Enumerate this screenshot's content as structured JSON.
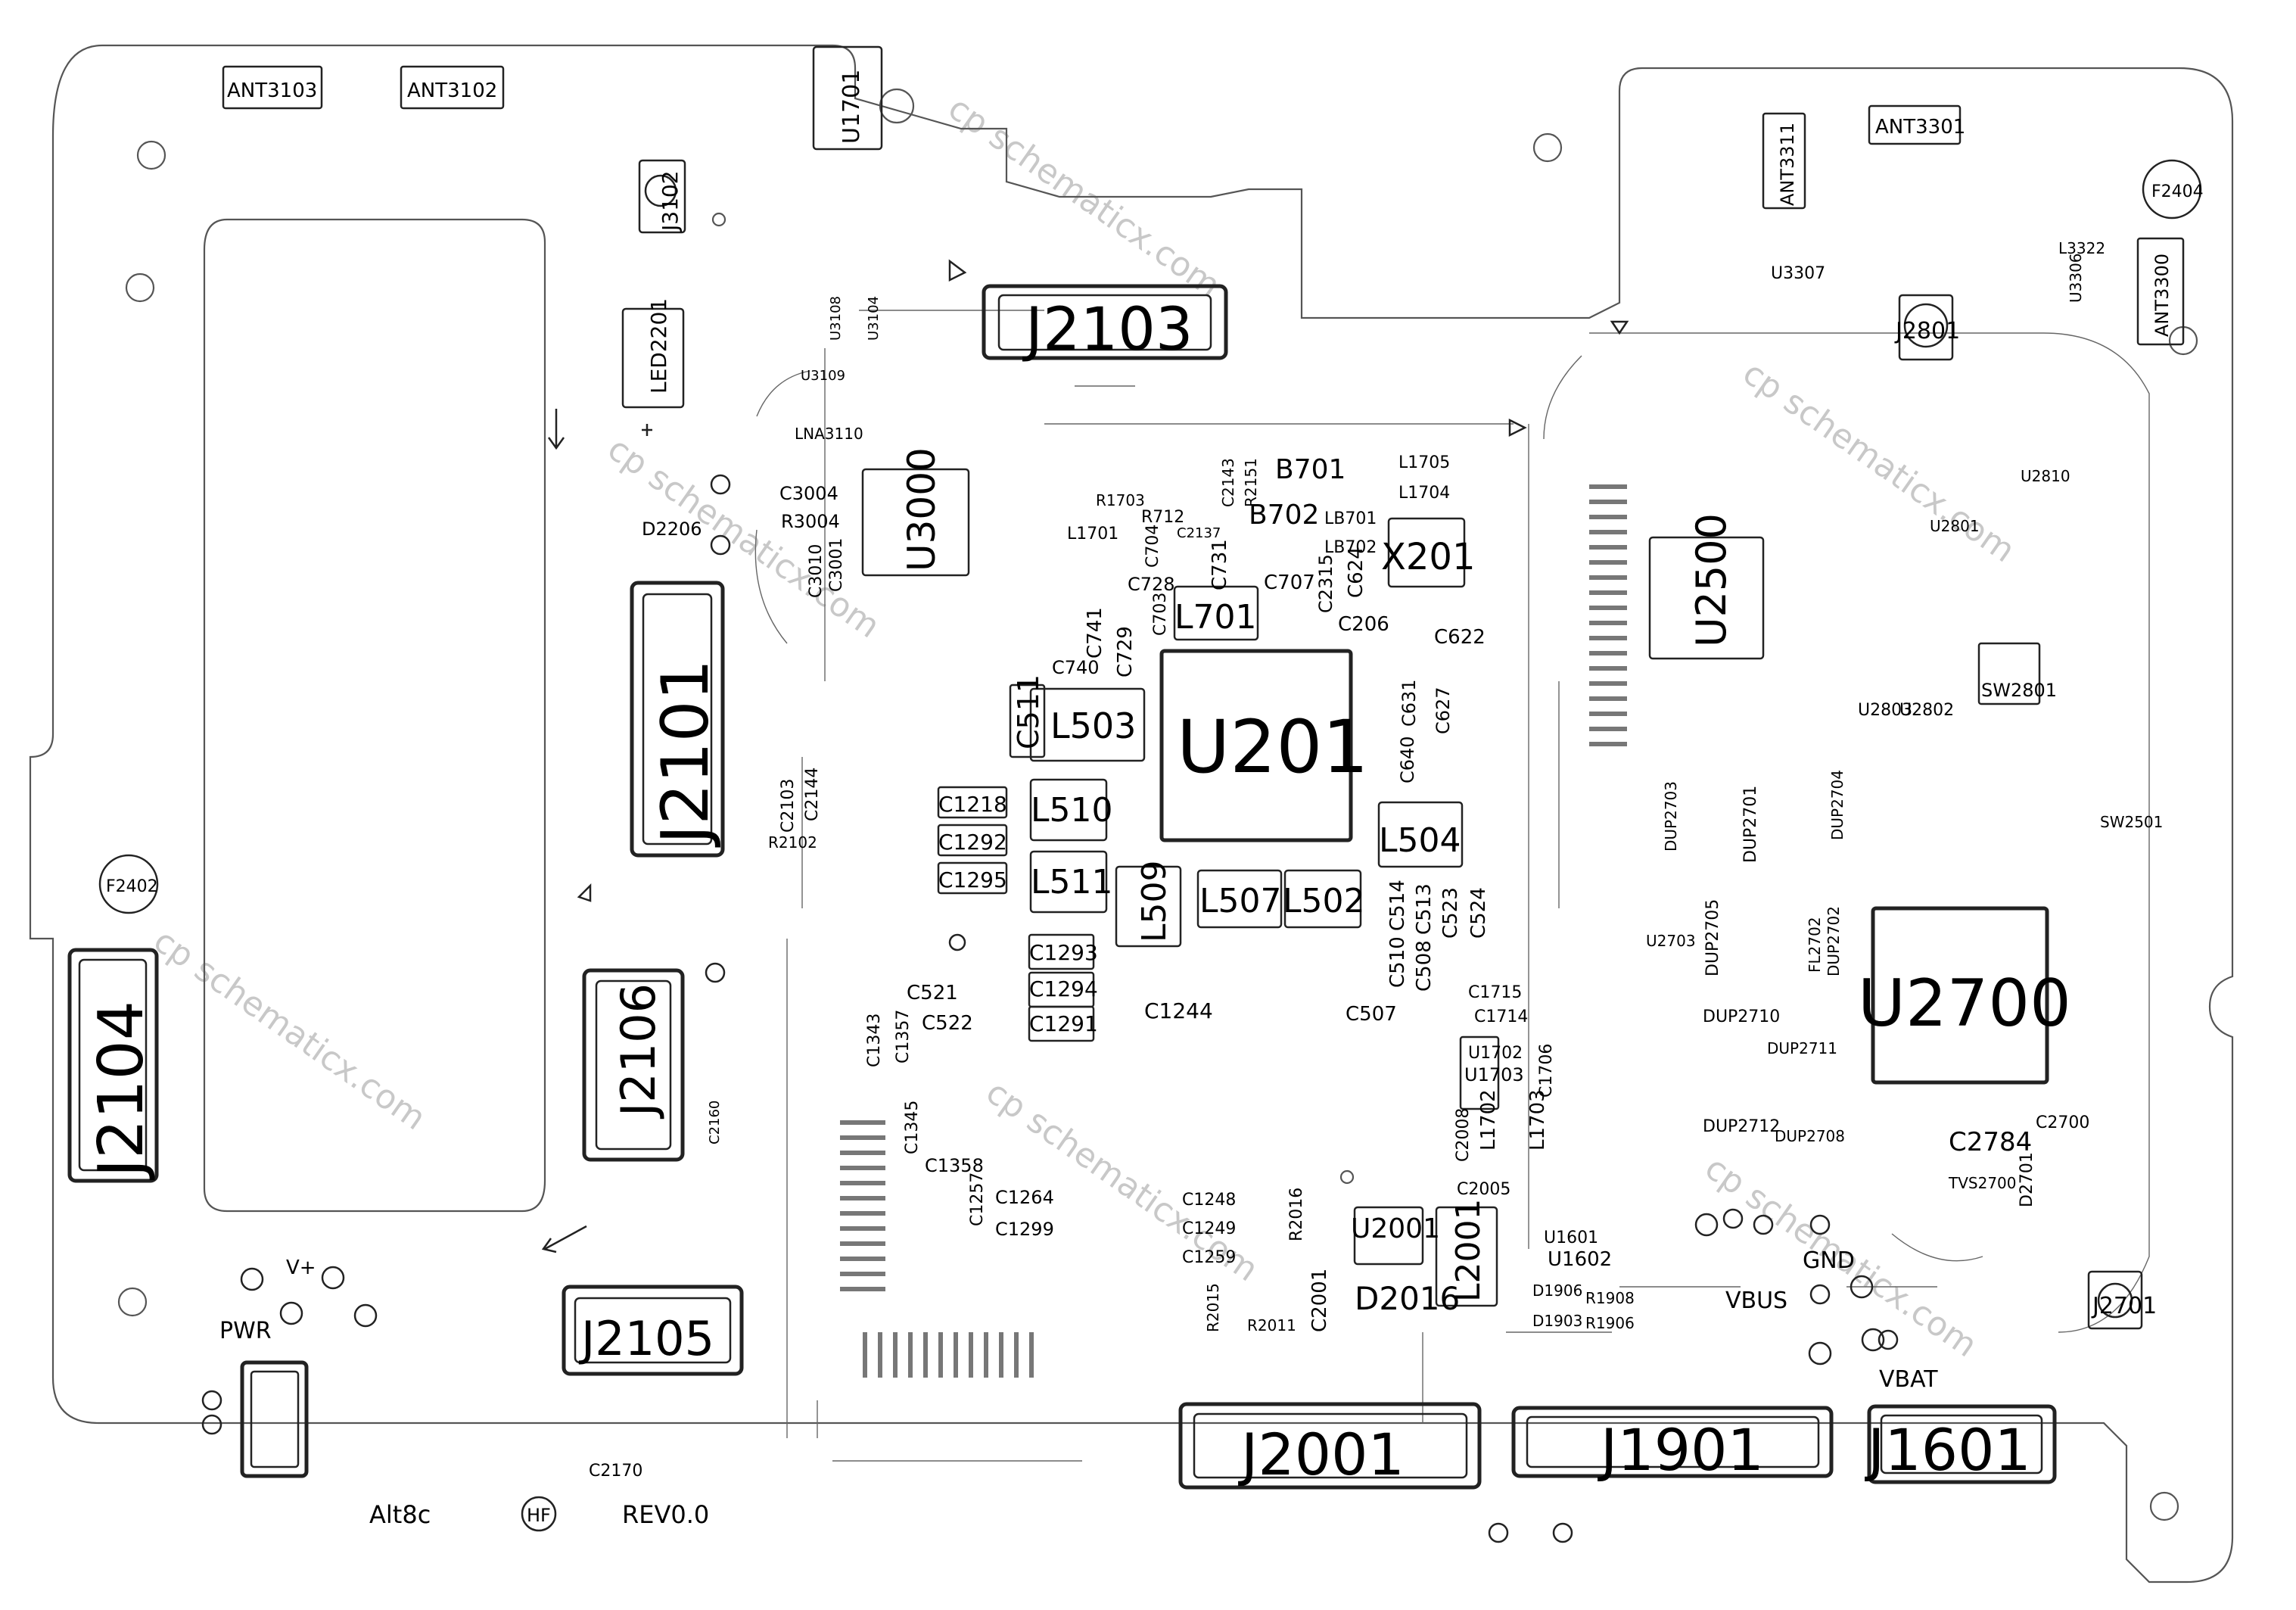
{
  "watermark": "cp schematicx.com",
  "board_markings": {
    "pwr": "PWR",
    "vplus": "V+",
    "alt": "Alt8c",
    "hf": "HF",
    "rev": "REV0.0",
    "gnd": "GND",
    "vbus": "VBUS",
    "vbat": "VBAT"
  },
  "connectors": [
    {
      "id": "J2103",
      "label": "J2103"
    },
    {
      "id": "J2101",
      "label": "J2101"
    },
    {
      "id": "J2104",
      "label": "J2104"
    },
    {
      "id": "J2106",
      "label": "J2106"
    },
    {
      "id": "J2105",
      "label": "J2105"
    },
    {
      "id": "J2001",
      "label": "J2001"
    },
    {
      "id": "J1901",
      "label": "J1901"
    },
    {
      "id": "J1601",
      "label": "J1601"
    }
  ],
  "big_components": [
    {
      "id": "U201",
      "label": "U201"
    },
    {
      "id": "U2700",
      "label": "U2700"
    },
    {
      "id": "U2500",
      "label": "U2500"
    },
    {
      "id": "U3000",
      "label": "U3000"
    },
    {
      "id": "X201",
      "label": "X201"
    },
    {
      "id": "L503",
      "label": "L503"
    },
    {
      "id": "L510",
      "label": "L510"
    },
    {
      "id": "L511",
      "label": "L511"
    },
    {
      "id": "L509",
      "label": "L509"
    },
    {
      "id": "L507",
      "label": "L507"
    },
    {
      "id": "L502",
      "label": "L502"
    },
    {
      "id": "L504",
      "label": "L504"
    },
    {
      "id": "L701",
      "label": "L701"
    },
    {
      "id": "L2001",
      "label": "L2001"
    },
    {
      "id": "U2001",
      "label": "U2001"
    },
    {
      "id": "D2016",
      "label": "D2016"
    }
  ],
  "labels": [
    {
      "id": "ant3103",
      "text": "ANT3103"
    },
    {
      "id": "ant3102",
      "text": "ANT3102"
    },
    {
      "id": "u1701",
      "text": "U1701"
    },
    {
      "id": "j3102",
      "text": "J3102"
    },
    {
      "id": "led2201",
      "text": "LED2201"
    },
    {
      "id": "ant3301",
      "text": "ANT3301"
    },
    {
      "id": "ant3311",
      "text": "ANT3311"
    },
    {
      "id": "ant3300",
      "text": "ANT3300"
    },
    {
      "id": "f2404",
      "text": "F2404"
    },
    {
      "id": "f2402",
      "text": "F2402"
    },
    {
      "id": "j2801",
      "text": "J2801"
    },
    {
      "id": "j2701",
      "text": "J2701"
    },
    {
      "id": "u3307",
      "text": "U3307"
    },
    {
      "id": "l3322",
      "text": "L3322"
    },
    {
      "id": "u3306",
      "text": "U3306"
    },
    {
      "id": "sw2801",
      "text": "SW2801"
    },
    {
      "id": "u2810",
      "text": "U2810"
    },
    {
      "id": "u2801",
      "text": "U2801"
    },
    {
      "id": "c2784",
      "text": "C2784"
    },
    {
      "id": "c2700",
      "text": "C2700"
    },
    {
      "id": "tvs2700",
      "text": "TVS2700"
    },
    {
      "id": "d2701",
      "text": "D2701"
    },
    {
      "id": "dup2710",
      "text": "DUP2710"
    },
    {
      "id": "dup2711",
      "text": "DUP2711"
    },
    {
      "id": "dup2712",
      "text": "DUP2712"
    },
    {
      "id": "dup2708",
      "text": "DUP2708"
    },
    {
      "id": "dup2705",
      "text": "DUP2705"
    },
    {
      "id": "dup2701",
      "text": "DUP2701"
    },
    {
      "id": "dup2703",
      "text": "DUP2703"
    },
    {
      "id": "dup2704",
      "text": "DUP2704"
    },
    {
      "id": "dup2702",
      "text": "DUP2702"
    },
    {
      "id": "fl2702",
      "text": "FL2702"
    },
    {
      "id": "u2703",
      "text": "U2703"
    },
    {
      "id": "u2803",
      "text": "U2803"
    },
    {
      "id": "u2802",
      "text": "U2802"
    },
    {
      "id": "sw2501",
      "text": "SW2501"
    },
    {
      "id": "b701",
      "text": "B701"
    },
    {
      "id": "b702",
      "text": "B702"
    },
    {
      "id": "l1705",
      "text": "L1705"
    },
    {
      "id": "l1704",
      "text": "L1704"
    },
    {
      "id": "lb701",
      "text": "LB701"
    },
    {
      "id": "lb702",
      "text": "LB702"
    },
    {
      "id": "c624",
      "text": "C624"
    },
    {
      "id": "c2315",
      "text": "C2315"
    },
    {
      "id": "c707",
      "text": "C707"
    },
    {
      "id": "c206",
      "text": "C206"
    },
    {
      "id": "c622",
      "text": "C622"
    },
    {
      "id": "c631",
      "text": "C631"
    },
    {
      "id": "c627",
      "text": "C627"
    },
    {
      "id": "c640",
      "text": "C640"
    },
    {
      "id": "c731",
      "text": "C731"
    },
    {
      "id": "c728",
      "text": "C728"
    },
    {
      "id": "c704",
      "text": "C704"
    },
    {
      "id": "c703",
      "text": "C703"
    },
    {
      "id": "c741",
      "text": "C741"
    },
    {
      "id": "c729",
      "text": "C729"
    },
    {
      "id": "c740",
      "text": "C740"
    },
    {
      "id": "c511",
      "text": "C511"
    },
    {
      "id": "r712",
      "text": "R712"
    },
    {
      "id": "r1703",
      "text": "R1703"
    },
    {
      "id": "l1701",
      "text": "L1701"
    },
    {
      "id": "c2143",
      "text": "C2143"
    },
    {
      "id": "r2151",
      "text": "R2151"
    },
    {
      "id": "c2137",
      "text": "C2137"
    },
    {
      "id": "c1218",
      "text": "C1218"
    },
    {
      "id": "c1292",
      "text": "C1292"
    },
    {
      "id": "c1295",
      "text": "C1295"
    },
    {
      "id": "c1293",
      "text": "C1293"
    },
    {
      "id": "c1294",
      "text": "C1294"
    },
    {
      "id": "c1291",
      "text": "C1291"
    },
    {
      "id": "c1244",
      "text": "C1244"
    },
    {
      "id": "c521",
      "text": "C521"
    },
    {
      "id": "c522",
      "text": "C522"
    },
    {
      "id": "c1343",
      "text": "C1343"
    },
    {
      "id": "c1357",
      "text": "C1357"
    },
    {
      "id": "c1345",
      "text": "C1345"
    },
    {
      "id": "c1358",
      "text": "C1358"
    },
    {
      "id": "c1257",
      "text": "C1257"
    },
    {
      "id": "c1264",
      "text": "C1264"
    },
    {
      "id": "c1299",
      "text": "C1299"
    },
    {
      "id": "c1248",
      "text": "C1248"
    },
    {
      "id": "c1249",
      "text": "C1249"
    },
    {
      "id": "c1259",
      "text": "C1259"
    },
    {
      "id": "r2016",
      "text": "R2016"
    },
    {
      "id": "c2001",
      "text": "C2001"
    },
    {
      "id": "r2015",
      "text": "R2015"
    },
    {
      "id": "r2011",
      "text": "R2011"
    },
    {
      "id": "c507",
      "text": "C507"
    },
    {
      "id": "c510",
      "text": "C510"
    },
    {
      "id": "c514",
      "text": "C514"
    },
    {
      "id": "c508",
      "text": "C508"
    },
    {
      "id": "c513",
      "text": "C513"
    },
    {
      "id": "c523",
      "text": "C523"
    },
    {
      "id": "c524",
      "text": "C524"
    },
    {
      "id": "c1715",
      "text": "C1715"
    },
    {
      "id": "c1714",
      "text": "C1714"
    },
    {
      "id": "u1702",
      "text": "U1702"
    },
    {
      "id": "u1703",
      "text": "U1703"
    },
    {
      "id": "c1706",
      "text": "C1706"
    },
    {
      "id": "l1702",
      "text": "L1702"
    },
    {
      "id": "l1703",
      "text": "L1703"
    },
    {
      "id": "c2008",
      "text": "C2008"
    },
    {
      "id": "c2005",
      "text": "C2005"
    },
    {
      "id": "u1601",
      "text": "U1601"
    },
    {
      "id": "u1602",
      "text": "U1602"
    },
    {
      "id": "d1906",
      "text": "D1906"
    },
    {
      "id": "r1908",
      "text": "R1908"
    },
    {
      "id": "d1903",
      "text": "D1903"
    },
    {
      "id": "r1906",
      "text": "R1906"
    },
    {
      "id": "c3004",
      "text": "C3004"
    },
    {
      "id": "r3004",
      "text": "R3004"
    },
    {
      "id": "c3010",
      "text": "C3010"
    },
    {
      "id": "c3001",
      "text": "C3001"
    },
    {
      "id": "lna3110",
      "text": "LNA3110"
    },
    {
      "id": "u3109",
      "text": "U3109"
    },
    {
      "id": "u3108",
      "text": "U3108"
    },
    {
      "id": "u3104",
      "text": "U3104"
    },
    {
      "id": "d2206",
      "text": "D2206"
    },
    {
      "id": "c2103",
      "text": "C2103"
    },
    {
      "id": "c2144",
      "text": "C2144"
    },
    {
      "id": "r2102",
      "text": "R2102"
    },
    {
      "id": "c2170",
      "text": "C2170"
    },
    {
      "id": "c2160",
      "text": "C2160"
    }
  ]
}
